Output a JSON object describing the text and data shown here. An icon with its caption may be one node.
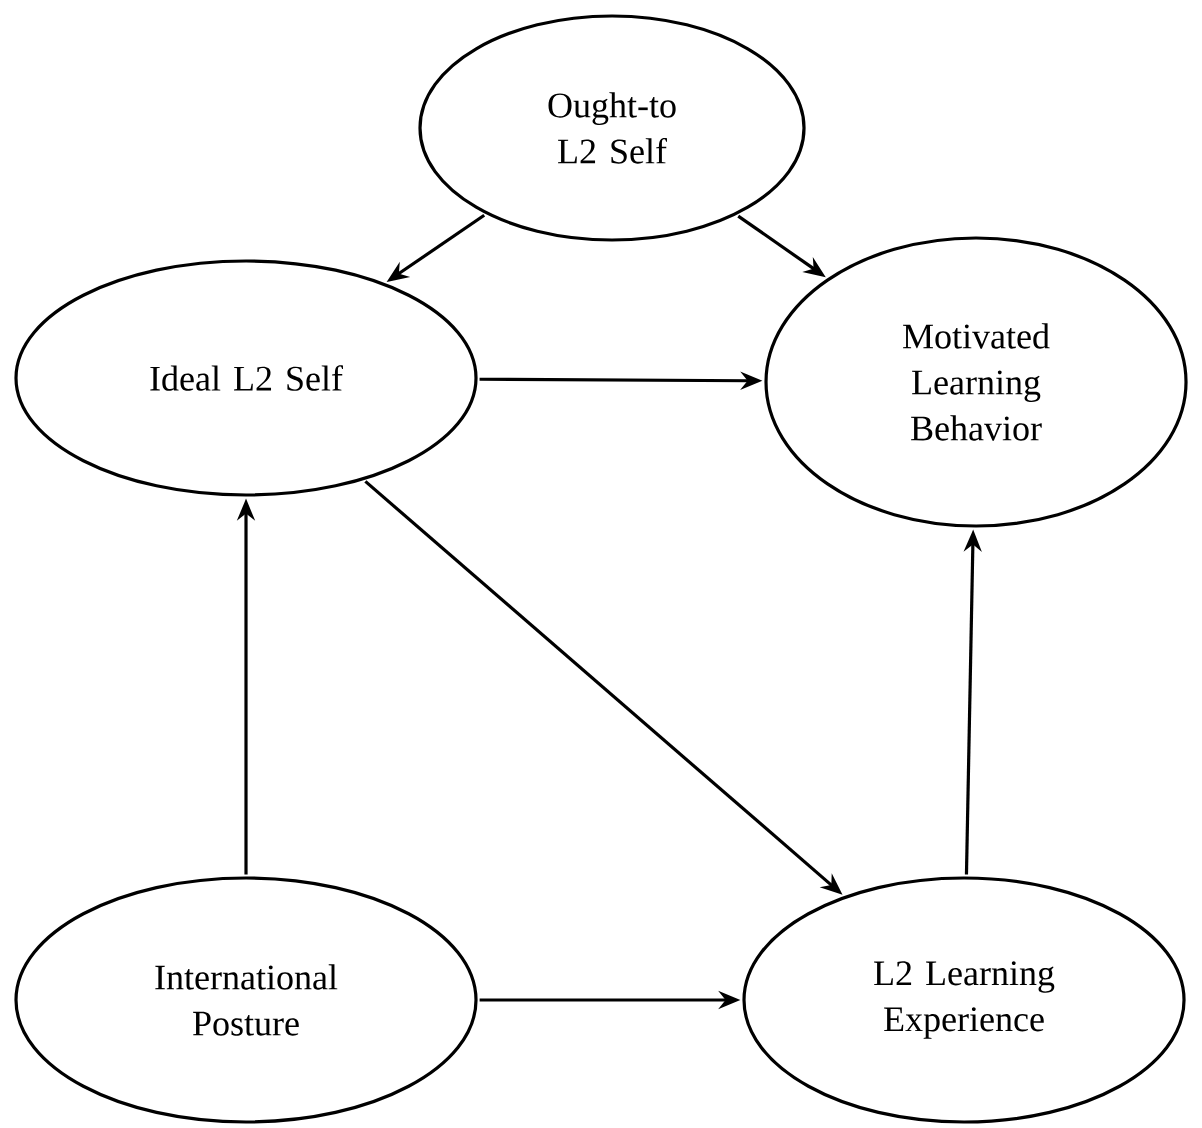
{
  "diagram": {
    "nodes": [
      {
        "text": [
          "Ought-to L2 Self"
        ]
      },
      {
        "text": [
          "Ideal L2 Self"
        ]
      },
      {
        "text": [
          "Motivated Learning Behavior"
        ]
      },
      {
        "text": [
          "International Posture"
        ]
      },
      {
        "text": [
          "L2 Learning Experience"
        ]
      }
    ],
    "edges": [
      {
        "from": 0,
        "to": 1,
        "arrow": "to"
      },
      {
        "from": 0,
        "to": 2,
        "arrow": "to"
      },
      {
        "from": 1,
        "to": 2,
        "arrow": "to"
      },
      {
        "from": 1,
        "to": 4,
        "arrow": "to"
      },
      {
        "from": 3,
        "to": 1,
        "arrow": "to"
      },
      {
        "from": 3,
        "to": 4,
        "arrow": "to"
      },
      {
        "from": 4,
        "to": 2,
        "arrow": "to"
      }
    ]
  }
}
